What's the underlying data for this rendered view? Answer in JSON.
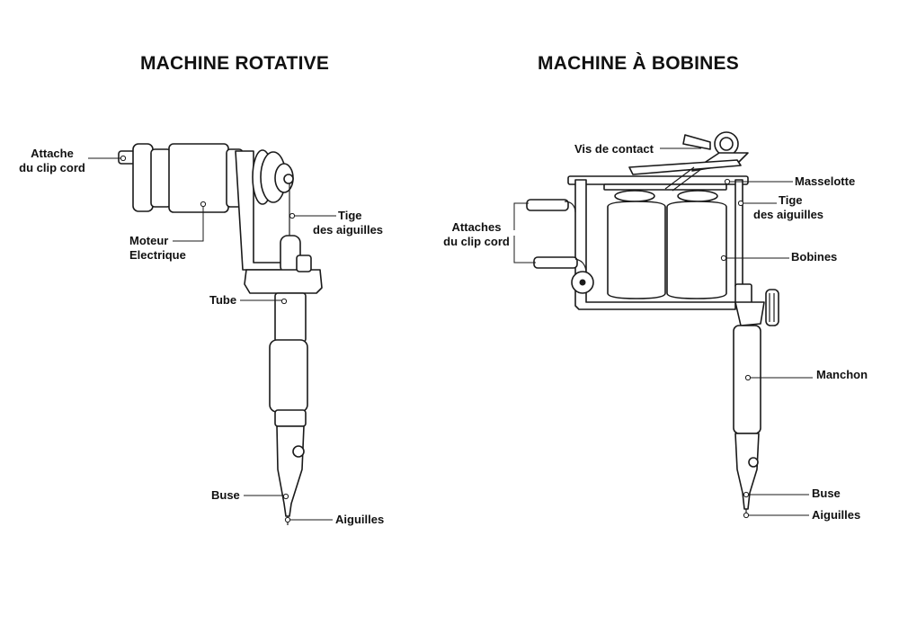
{
  "rotary": {
    "title": "MACHINE ROTATIVE",
    "labels": {
      "clip_cord_1": "Attache",
      "clip_cord_2": "du clip cord",
      "motor_1": "Moteur",
      "motor_2": "Electrique",
      "needle_bar_1": "Tige",
      "needle_bar_2": "des aiguilles",
      "tube": "Tube",
      "tip": "Buse",
      "needles": "Aiguilles"
    }
  },
  "coil": {
    "title": "MACHINE À BOBINES",
    "labels": {
      "contact_screw": "Vis de contact",
      "armature_bar": "Masselotte",
      "needle_bar_1": "Tige",
      "needle_bar_2": "des aiguilles",
      "clip_cord_1": "Attaches",
      "clip_cord_2": "du clip cord",
      "coils": "Bobines",
      "grip": "Manchon",
      "tip": "Buse",
      "needles": "Aiguilles"
    }
  },
  "colors": {
    "line": "#1a1a1a",
    "background": "#ffffff"
  }
}
